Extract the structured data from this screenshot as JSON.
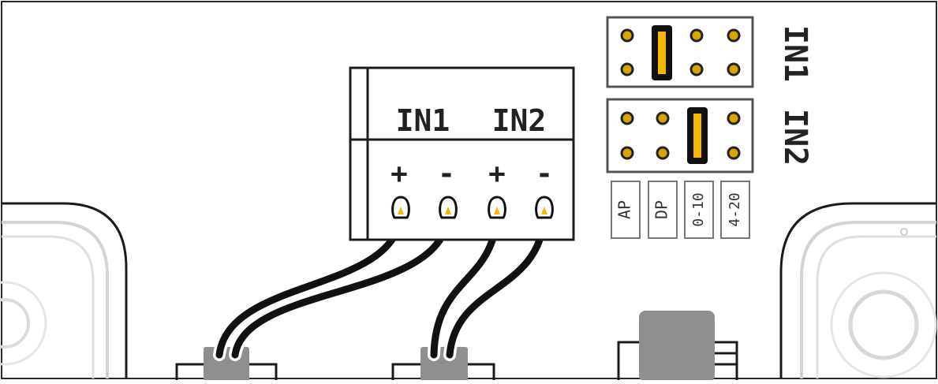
{
  "terminal_block": {
    "channels": [
      "IN1",
      "IN2"
    ],
    "pins": [
      "+",
      "-",
      "+",
      "-"
    ]
  },
  "jumper_blocks": {
    "top_label": "IN1",
    "bottom_label": "IN2"
  },
  "mode_labels": [
    "AP",
    "DP",
    "0-10",
    "4-20"
  ],
  "colors": {
    "outline": "#2a2a2a",
    "wire": "#111111",
    "jumper_fill": "#f5b800",
    "pin_fill": "#d9a400",
    "connector_grey": "#8f8f8f",
    "ghost_outline": "#cfcfcf"
  }
}
